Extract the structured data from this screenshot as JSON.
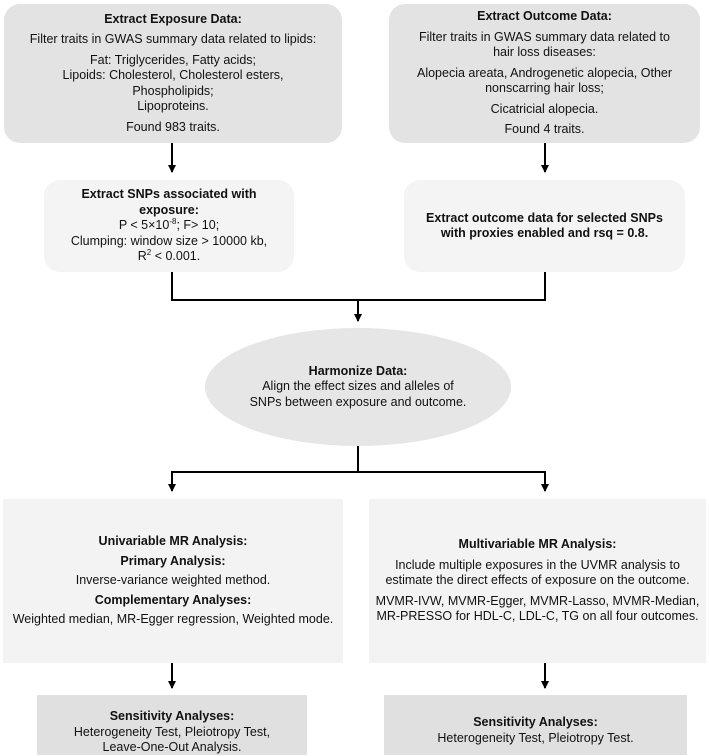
{
  "exposure": {
    "title": "Extract Exposure Data:",
    "line1": "Filter traits in GWAS summary data related to lipids:",
    "line2": "Fat: Triglycerides, Fatty acids;",
    "line3": "Lipoids: Cholesterol, Cholesterol esters,",
    "line4": "Phospholipids;",
    "line5": "Lipoproteins.",
    "found": "Found 983 traits."
  },
  "outcome": {
    "title": "Extract Outcome Data:",
    "line1": "Filter traits in GWAS summary data related to",
    "line2": "hair loss diseases:",
    "line3": "Alopecia areata, Androgenetic alopecia, Other",
    "line4": "nonscarring hair loss;",
    "line5": "Cicatricial alopecia.",
    "found": "Found 4 traits."
  },
  "snps": {
    "title1": "Extract SNPs associated with",
    "title2": "exposure:",
    "p_prefix": "P < 5×10",
    "p_exp": "-8",
    "p_suffix": "; F> 10;",
    "clump": "Clumping: window size > 10000 kb,",
    "r_prefix": "R",
    "r_exp": "2",
    "r_suffix": " < 0.001."
  },
  "outcome_snps": {
    "line1": "Extract outcome data for selected SNPs",
    "line2": "with proxies enabled and rsq = 0.8."
  },
  "harmonize": {
    "title": "Harmonize Data:",
    "line1": "Align the effect sizes and alleles of",
    "line2": "SNPs between exposure and outcome."
  },
  "univariable": {
    "title": "Univariable MR  Analysis:",
    "primary_title": "Primary Analysis:",
    "primary_text": "Inverse-variance weighted method.",
    "comp_title": "Complementary Analyses:",
    "comp_text": "Weighted median, MR-Egger regression, Weighted mode."
  },
  "multivariable": {
    "title": "Multivariable MR Analysis:",
    "line1": "Include multiple exposures in the UVMR analysis to",
    "line2": "estimate the direct effects of exposure on the outcome.",
    "line3": "MVMR-IVW, MVMR-Egger, MVMR-Lasso, MVMR-Median,",
    "line4": "MR-PRESSO for HDL-C, LDL-C, TG on all four outcomes."
  },
  "sens_left": {
    "title": "Sensitivity Analyses:",
    "line1": "Heterogeneity Test, Pleiotropy Test,",
    "line2": "Leave-One-Out Analysis."
  },
  "sens_right": {
    "title": "Sensitivity Analyses:",
    "line1": "Heterogeneity Test, Pleiotropy Test."
  }
}
